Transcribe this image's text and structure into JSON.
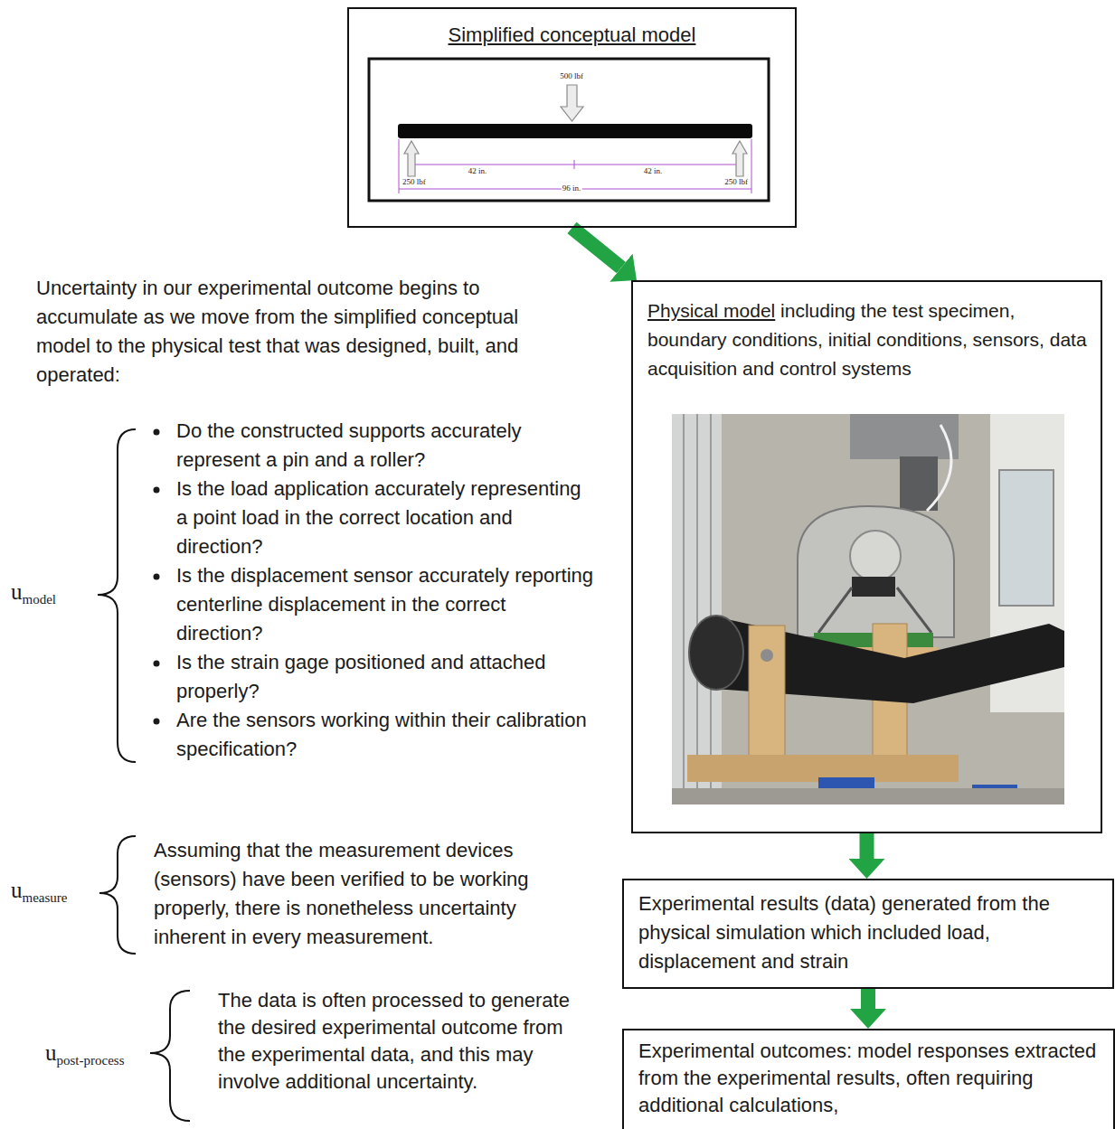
{
  "diagram": {
    "nodes": [
      {
        "text": [
          "Simplified conceptual model"
        ]
      },
      {
        "text": [
          "Physical model",
          "including the test specimen, boundary conditions, initial conditions, sensors, data acquisition and control systems"
        ]
      },
      {
        "text": [
          "Experimental results (data) generated from the physical simulation which included load, displacement and strain"
        ]
      },
      {
        "text": [
          "Experimental outcomes: model responses extracted from the experimental results, often requiring additional calculations,"
        ]
      }
    ],
    "edges": [
      {
        "from": 0,
        "to": 1,
        "arrow": "to"
      },
      {
        "from": 1,
        "to": 2,
        "arrow": "to"
      },
      {
        "from": 2,
        "to": 3,
        "arrow": "to"
      }
    ],
    "labels": [
      "500 lbf",
      "42 in.",
      "42 in.",
      "250 lbf",
      "250 lbf",
      "96 in.",
      "Uncertainty in our experimental outcome begins to accumulate as we move from the simplified conceptual model to the physical test that was designed, built, and operated:",
      "Do the constructed supports accurately represent a pin and a roller?",
      "Is the load application accurately representing a point load in the correct location and direction?",
      "Is the displacement sensor accurately reporting centerline displacement in the correct direction?",
      "Is the strain gage positioned and attached properly?",
      "Are the sensors working within their calibration specification?",
      "u",
      "model",
      "Assuming that the measurement devices (sensors) have been verified to be working properly, there is nonetheless uncertainty inherent in every measurement.",
      "u",
      "measure",
      "The data is often processed to generate the desired experimental outcome from the experimental data, and this may involve additional uncertainty.",
      "u",
      "post-process"
    ]
  }
}
